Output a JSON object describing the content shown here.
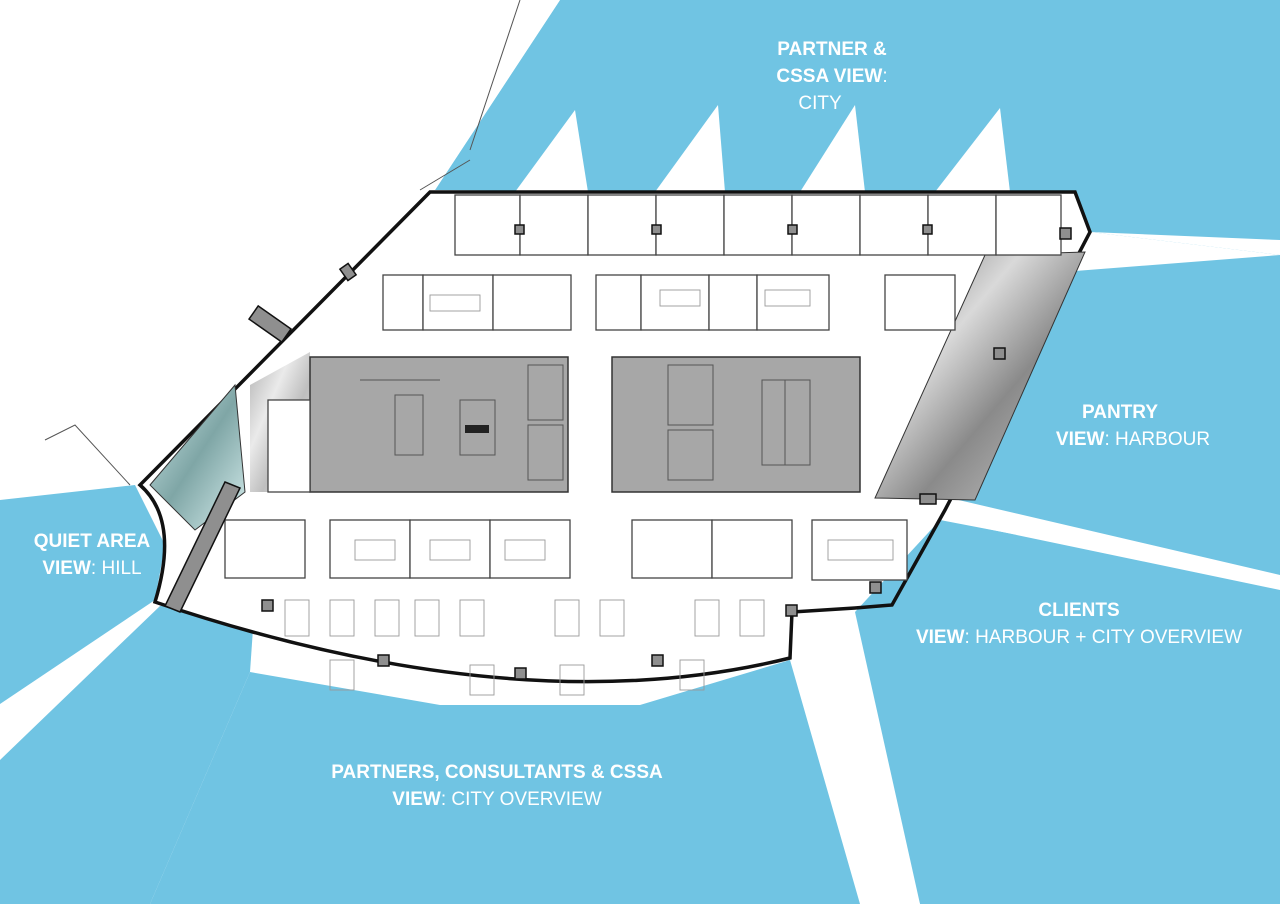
{
  "colors": {
    "view_sky": "#70c4e3",
    "background": "#ffffff",
    "core_grey": "#a7a7a7",
    "label_bold": "#ffffff",
    "label_light": "#ffffff"
  },
  "labels": {
    "partner_cssa": {
      "title_line1": "PARTNER &",
      "title_line2": "CSSA VIEW",
      "colon": ":",
      "view": "CITY"
    },
    "pantry": {
      "title": "PANTRY",
      "view_word": "VIEW",
      "view": ": HARBOUR"
    },
    "quiet_area": {
      "title": "QUIET AREA",
      "view_word": "VIEW",
      "view": ": HILL"
    },
    "clients": {
      "title": "CLIENTS",
      "view_word": "VIEW",
      "view": ":  HARBOUR + CITY OVERVIEW"
    },
    "partners_consultants": {
      "title": "PARTNERS, CONSULTANTS & CSSA",
      "view_word": "VIEW",
      "view": ":  CITY OVERVIEW"
    }
  }
}
